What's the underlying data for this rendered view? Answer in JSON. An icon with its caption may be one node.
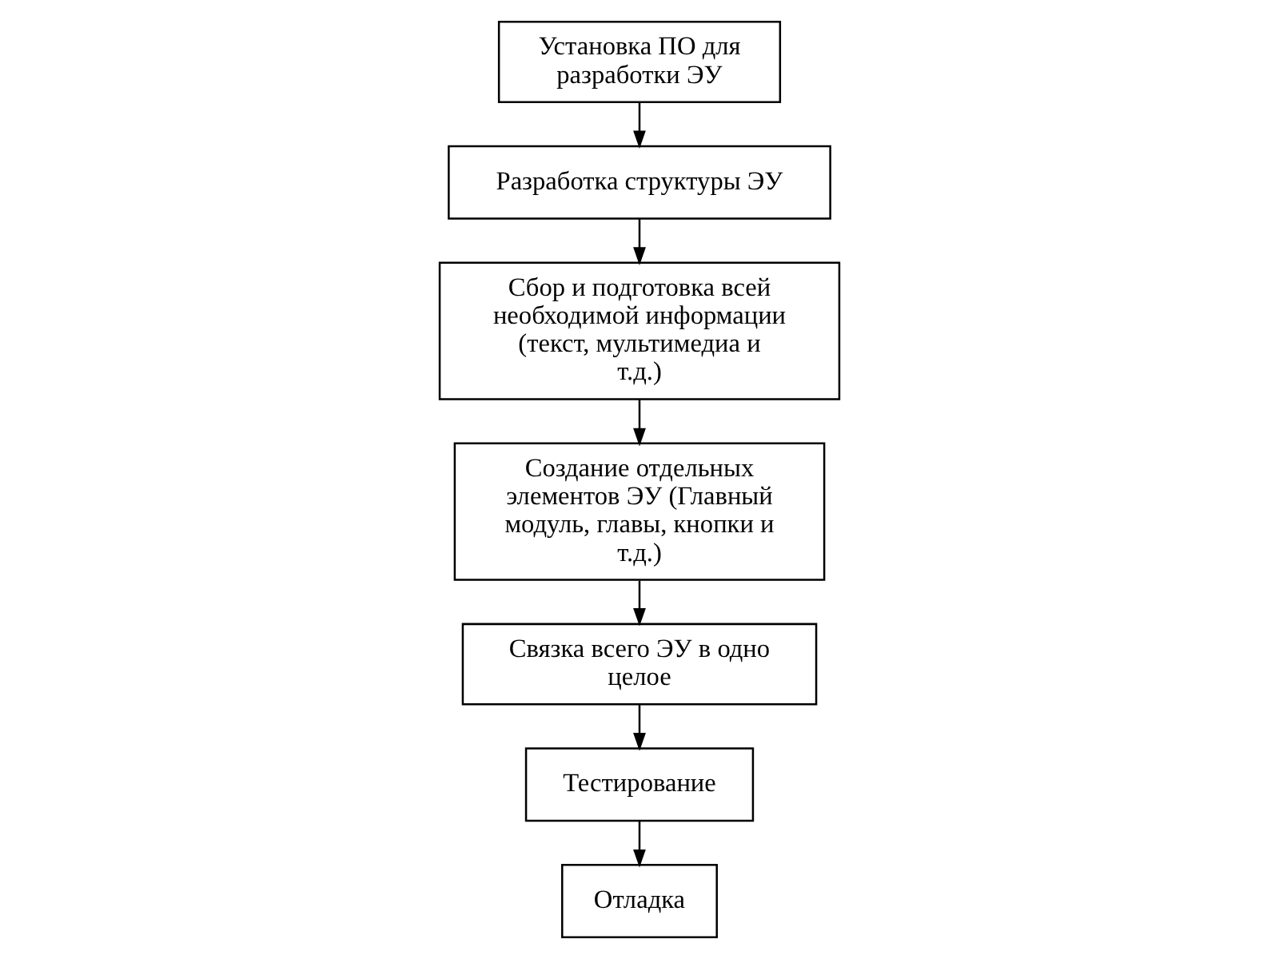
{
  "diagram": {
    "nodes": [
      {
        "text": [
          "Установка ПО для разработки ЭУ"
        ]
      },
      {
        "text": [
          "Разработка структуры ЭУ"
        ]
      },
      {
        "text": [
          "Сбор и подготовка всей необходимой информации (текст, мультимедиа и т.д.)"
        ]
      },
      {
        "text": [
          "Создание отдельных элементов ЭУ (Главный модуль, главы, кнопки и т.д.)"
        ]
      },
      {
        "text": [
          "Связка всего ЭУ в одно целое"
        ]
      },
      {
        "text": [
          "Тестирование"
        ]
      },
      {
        "text": [
          "Отладка"
        ]
      }
    ],
    "edges": [
      {
        "from": 0,
        "to": 1,
        "arrow": "to"
      },
      {
        "from": 1,
        "to": 2,
        "arrow": "to"
      },
      {
        "from": 2,
        "to": 3,
        "arrow": "to"
      },
      {
        "from": 3,
        "to": 4,
        "arrow": "to"
      },
      {
        "from": 4,
        "to": 5,
        "arrow": "to"
      },
      {
        "from": 5,
        "to": 6,
        "arrow": "to"
      }
    ]
  }
}
